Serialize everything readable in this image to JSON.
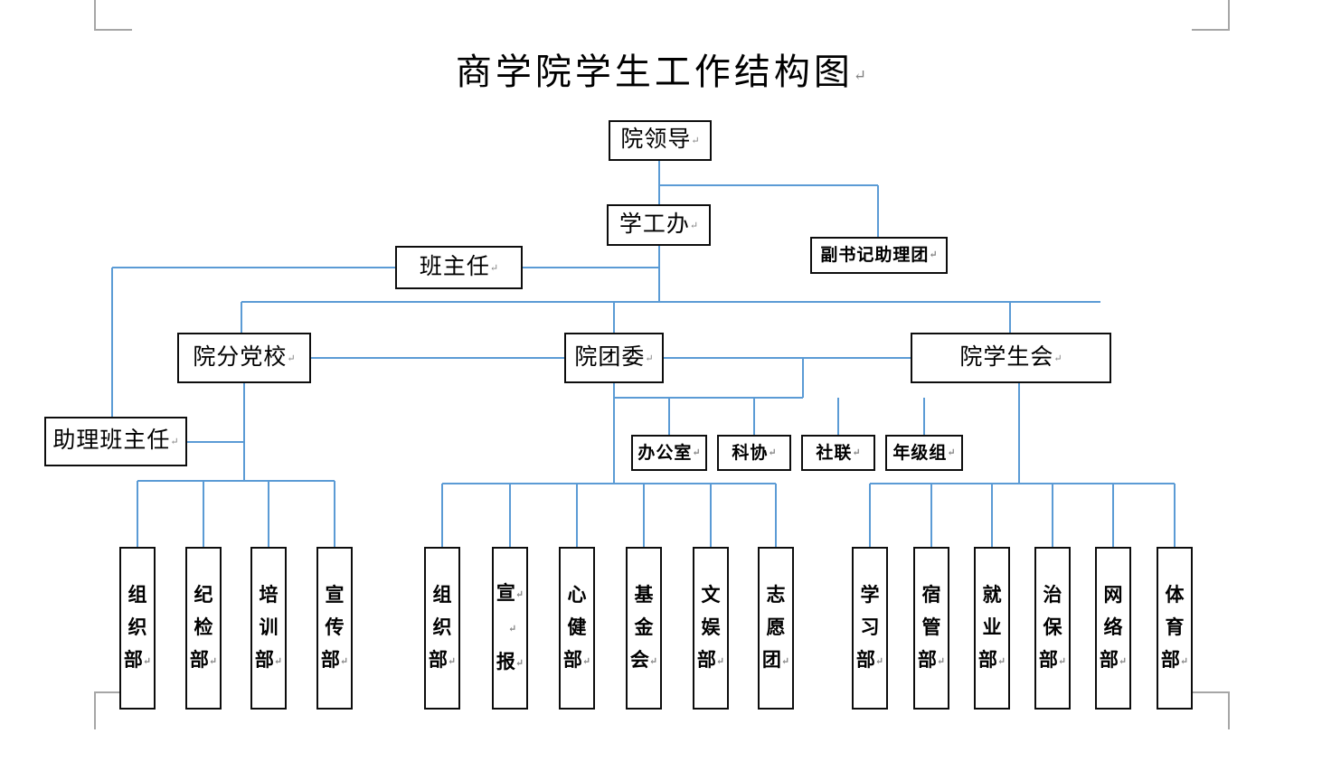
{
  "document": {
    "title": "商学院学生工作结构图",
    "title_mark": "↵",
    "pilcrow": "↵"
  },
  "colors": {
    "connector": "#5B9BD5",
    "connector_light": "#AECDE8",
    "box_border": "#0D0D0D",
    "crop_mark": "#A6A6A6",
    "background": "#FFFFFF",
    "text": "#000000"
  },
  "chart_data": {
    "type": "diagram",
    "diagram_kind": "organization-chart",
    "title": "商学院学生工作结构图",
    "levels": [
      {
        "level": 1,
        "nodes": [
          "院领导"
        ]
      },
      {
        "level": 2,
        "nodes": [
          "学工办",
          "副书记助理团"
        ]
      },
      {
        "level": 3,
        "nodes": [
          "班主任"
        ]
      },
      {
        "level": 4,
        "nodes": [
          "院分党校",
          "院团委",
          "院学生会"
        ]
      },
      {
        "level": 5,
        "nodes": [
          "助理班主任",
          "办公室",
          "科协",
          "社联",
          "年级组"
        ]
      },
      {
        "level": 6,
        "nodes": [
          "组织部",
          "纪检部",
          "培训部",
          "宣传部",
          "组织部",
          "宣 报",
          "心健部",
          "基金会",
          "文娱部",
          "志愿团",
          "学习部",
          "宿管部",
          "就业部",
          "治保部",
          "网络部",
          "体育部"
        ]
      }
    ],
    "edges": [
      {
        "from": "院领导",
        "to": "学工办"
      },
      {
        "from": "院领导",
        "to": "副书记助理团"
      },
      {
        "from": "学工办",
        "to": "班主任"
      },
      {
        "from": "学工办",
        "to": "院分党校"
      },
      {
        "from": "学工办",
        "to": "院团委"
      },
      {
        "from": "学工办",
        "to": "院学生会"
      },
      {
        "from": "班主任",
        "to": "助理班主任"
      },
      {
        "from": "院分党校",
        "to": "助理班主任"
      },
      {
        "from": "院分党校",
        "to": "组织部"
      },
      {
        "from": "院分党校",
        "to": "纪检部"
      },
      {
        "from": "院分党校",
        "to": "培训部"
      },
      {
        "from": "院分党校",
        "to": "宣传部"
      },
      {
        "from": "院团委",
        "to": "办公室"
      },
      {
        "from": "院团委",
        "to": "科协"
      },
      {
        "from": "院团委",
        "to": "社联"
      },
      {
        "from": "院团委",
        "to": "年级组"
      },
      {
        "from": "院团委",
        "to": "组织部"
      },
      {
        "from": "院团委",
        "to": "宣 报"
      },
      {
        "from": "院团委",
        "to": "心健部"
      },
      {
        "from": "院团委",
        "to": "基金会"
      },
      {
        "from": "院团委",
        "to": "文娱部"
      },
      {
        "from": "院团委",
        "to": "志愿团"
      },
      {
        "from": "院学生会",
        "to": "学习部"
      },
      {
        "from": "院学生会",
        "to": "宿管部"
      },
      {
        "from": "院学生会",
        "to": "就业部"
      },
      {
        "from": "院学生会",
        "to": "治保部"
      },
      {
        "from": "院学生会",
        "to": "网络部"
      },
      {
        "from": "院学生会",
        "to": "体育部"
      }
    ]
  },
  "nodes": {
    "yuan_lingdao": {
      "label": "院领导"
    },
    "xue_gong_ban": {
      "label": "学工办"
    },
    "fu_shuji_zhulituan": {
      "label": "副书记助理团"
    },
    "ban_zhuren": {
      "label": "班主任"
    },
    "yuan_fen_dangxiao": {
      "label": "院分党校"
    },
    "yuan_tuanwei": {
      "label": "院团委"
    },
    "yuan_xueshenghui": {
      "label": "院学生会"
    },
    "zhuli_ban_zhuren": {
      "label": "助理班主任"
    },
    "ban_gong_shi": {
      "label": "办公室"
    },
    "ke_xie": {
      "label": "科协"
    },
    "she_lian": {
      "label": "社联"
    },
    "nian_ji_zu": {
      "label": "年级组"
    }
  },
  "leaf_groups": [
    {
      "group": "dangxiao",
      "parent": "院分党校",
      "items": [
        {
          "id": "zuzhibu-1",
          "chars": [
            "组",
            "织",
            "部"
          ]
        },
        {
          "id": "jijianbu",
          "chars": [
            "纪",
            "检",
            "部"
          ]
        },
        {
          "id": "peixunbu",
          "chars": [
            "培",
            "训",
            "部"
          ]
        },
        {
          "id": "xuanchuanbu",
          "chars": [
            "宣",
            "传",
            "部"
          ]
        }
      ]
    },
    {
      "group": "tuanwei",
      "parent": "院团委",
      "items": [
        {
          "id": "zuzhibu-2",
          "chars": [
            "组",
            "织",
            "部"
          ]
        },
        {
          "id": "xuanbao",
          "chars": [
            "宣",
            "",
            "报"
          ]
        },
        {
          "id": "xinjianbu",
          "chars": [
            "心",
            "健",
            "部"
          ]
        },
        {
          "id": "jijinhui",
          "chars": [
            "基",
            "金",
            "会"
          ]
        },
        {
          "id": "wenyubu",
          "chars": [
            "文",
            "娱",
            "部"
          ]
        },
        {
          "id": "zhiyuantuan",
          "chars": [
            "志",
            "愿",
            "团"
          ]
        }
      ]
    },
    {
      "group": "xueshenghui",
      "parent": "院学生会",
      "items": [
        {
          "id": "xuexibu",
          "chars": [
            "学",
            "习",
            "部"
          ]
        },
        {
          "id": "suguanbu",
          "chars": [
            "宿",
            "管",
            "部"
          ]
        },
        {
          "id": "jiuyebu",
          "chars": [
            "就",
            "业",
            "部"
          ]
        },
        {
          "id": "zhibaobu",
          "chars": [
            "治",
            "保",
            "部"
          ]
        },
        {
          "id": "wangluobu",
          "chars": [
            "网",
            "络",
            "部"
          ]
        },
        {
          "id": "tiyubu",
          "chars": [
            "体",
            "育",
            "部"
          ]
        }
      ]
    }
  ]
}
